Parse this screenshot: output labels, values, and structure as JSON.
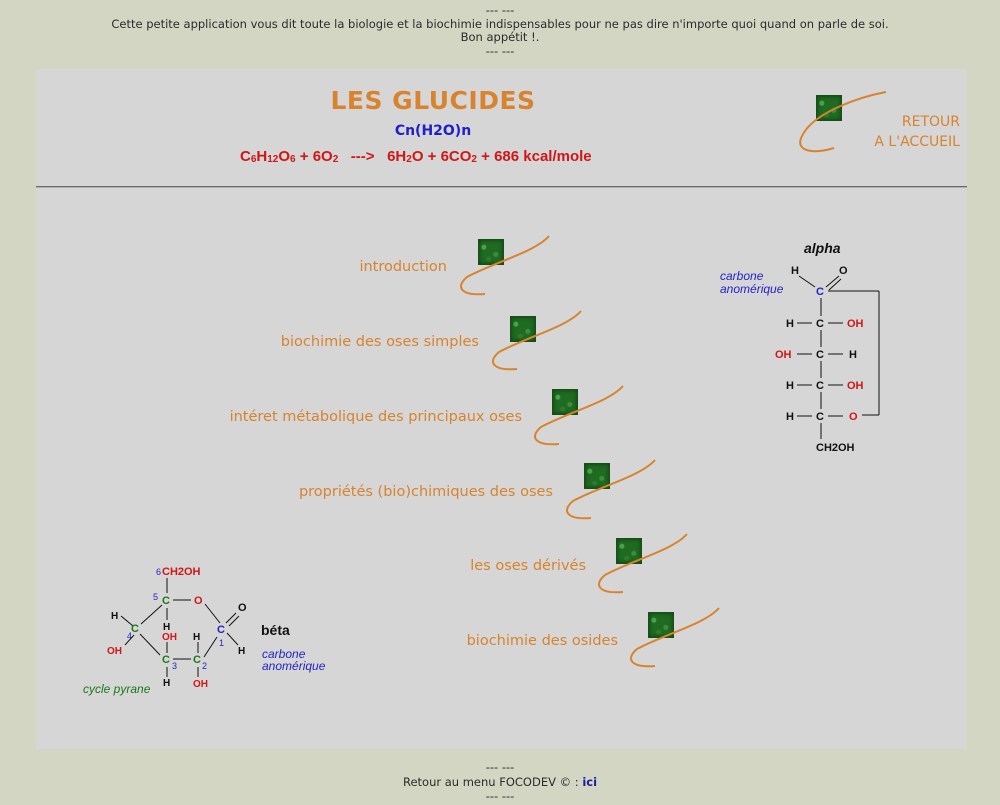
{
  "top_note": {
    "sep1": "--- ---",
    "line1": "Cette petite application vous dit toute la biologie et la biochimie indispensables pour ne pas dire n'importe quoi quand on parle de soi.",
    "line2": "Bon appétit !.",
    "sep2": "--- ---"
  },
  "header": {
    "title": "LES GLUCIDES",
    "general_formula": "Cn(H2O)n",
    "reaction": {
      "lhs": [
        "C",
        "6",
        "H",
        "12",
        "O",
        "6",
        " + 6O",
        "2"
      ],
      "arrow": "--->",
      "rhs": [
        "6H",
        "2",
        "O + 6CO",
        "2",
        " + 686 kcal/mole"
      ]
    },
    "retour_line1": "RETOUR",
    "retour_line2": "A L'ACCUEIL"
  },
  "menu": {
    "items": [
      {
        "label": "introduction"
      },
      {
        "label": "biochimie des oses simples"
      },
      {
        "label": "intéret métabolique des principaux oses"
      },
      {
        "label": "propriétés (bio)chimiques des oses"
      },
      {
        "label": "les oses dérivés"
      },
      {
        "label": "biochimie des osides"
      }
    ]
  },
  "alpha_diagram": {
    "title": "alpha",
    "annotation_line1": "carbone",
    "annotation_line2": "anomérique",
    "top_h": "H",
    "top_o": "O",
    "c": "C",
    "rows": [
      {
        "left": "H",
        "right": "OH"
      },
      {
        "left": "OH",
        "right": "H"
      },
      {
        "left": "H",
        "right": "OH"
      },
      {
        "left": "H",
        "right": "O"
      }
    ],
    "bottom": "CH2OH"
  },
  "beta_diagram": {
    "title": "béta",
    "annotation_line1": "carbone",
    "annotation_line2": "anomérique",
    "caption": "cycle pyrane",
    "ch2oh": "CH2OH",
    "o_ring": "O",
    "o_carbonyl": "O",
    "oh": "OH",
    "h": "H",
    "c": "C",
    "n1": "1",
    "n2": "2",
    "n3": "3",
    "n4": "4",
    "n5": "5",
    "n6": "6"
  },
  "footer": {
    "sep1": "--- ---",
    "text": "Retour au menu FOCODEV © : ",
    "link": "ici",
    "sep2": "--- ---"
  },
  "colors": {
    "background": "#d4d6c4",
    "panel": "#d6d6d6",
    "accent_orange": "#d8832d",
    "formula_blue": "#1f20c8",
    "reaction_red": "#d11616",
    "green_square": "#1f6b22"
  }
}
